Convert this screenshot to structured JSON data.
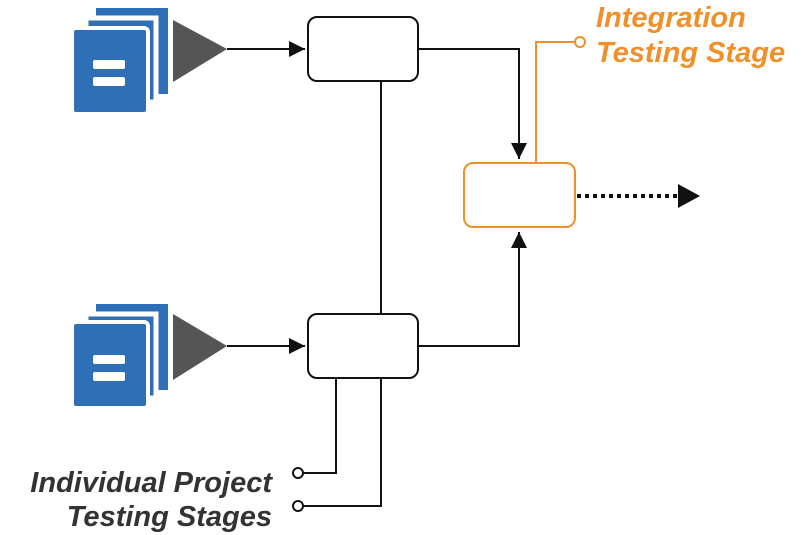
{
  "labels": {
    "integration": [
      "Integration",
      "Testing Stage"
    ],
    "individual": [
      "Individual Project",
      "Testing Stages"
    ]
  },
  "icons": {
    "top_source": "documents-icon",
    "bottom_source": "documents-icon",
    "output": "arrow-right-icon"
  },
  "colors": {
    "document_blue": "#2e6fb5",
    "document_stroke": "#ffffff",
    "triangle_gray": "#555555",
    "line": "#111111",
    "integration_orange": "#f0902a",
    "individual_text": "#333333",
    "background": "#ffffff"
  }
}
